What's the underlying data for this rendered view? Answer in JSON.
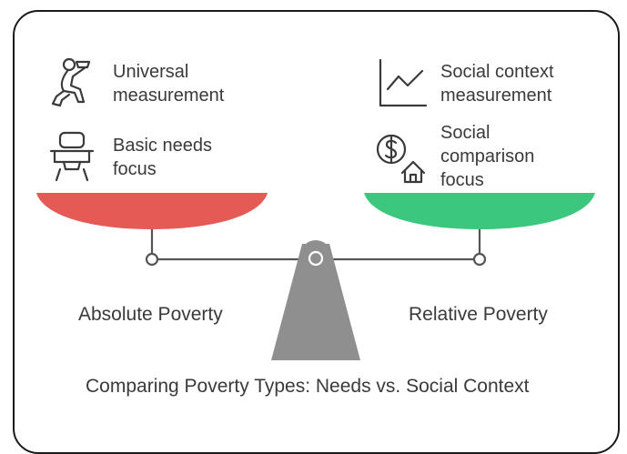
{
  "left": {
    "items": [
      {
        "icon": "baby-feeding-icon",
        "line1": "Universal",
        "line2": "measurement"
      },
      {
        "icon": "high-chair-icon",
        "line1": "Basic needs",
        "line2": "focus"
      }
    ],
    "label": "Absolute Poverty",
    "color": "#e55a55"
  },
  "right": {
    "items": [
      {
        "icon": "line-chart-icon",
        "line1": "Social context",
        "line2": "measurement"
      },
      {
        "icon": "money-house-icon",
        "line1": "Social",
        "line2": "comparison",
        "line3": "focus"
      }
    ],
    "label": "Relative Poverty",
    "color": "#3cc77f"
  },
  "title": "Comparing Poverty Types: Needs vs. Social Context",
  "colors": {
    "stand": "#8f8f8f",
    "beam": "#555555",
    "text": "#3a3a3a"
  }
}
